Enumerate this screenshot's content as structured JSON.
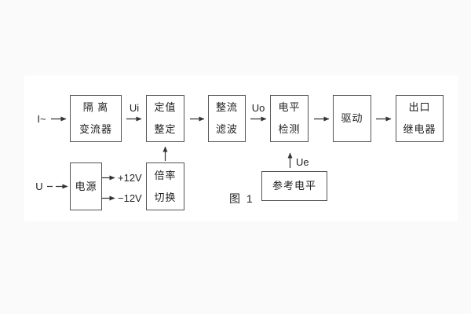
{
  "diagram": {
    "caption": "图 1",
    "inputs": {
      "current": "I~",
      "voltage": "U"
    },
    "signals": {
      "ui": "Ui",
      "uo": "Uo",
      "ue": "Ue",
      "plus12v": "+12V",
      "minus12v": "−12V"
    },
    "blocks": {
      "isolation": {
        "line1": "隔 离",
        "line2": "变流器"
      },
      "setpoint": {
        "line1": "定值",
        "line2": "整定"
      },
      "rectifier": {
        "line1": "整流",
        "line2": "滤波"
      },
      "level": {
        "line1": "电平",
        "line2": "检测"
      },
      "drive": {
        "label": "驱动"
      },
      "output_relay": {
        "line1": "出口",
        "line2": "继电器"
      },
      "power": {
        "label": "电源"
      },
      "multiplier": {
        "line1": "倍率",
        "line2": "切换"
      },
      "reference": {
        "label": "参考电平"
      }
    },
    "colors": {
      "line": "#333333",
      "border": "#545454",
      "text": "#222222",
      "background": "#fafafa",
      "card": "#ffffff"
    }
  }
}
